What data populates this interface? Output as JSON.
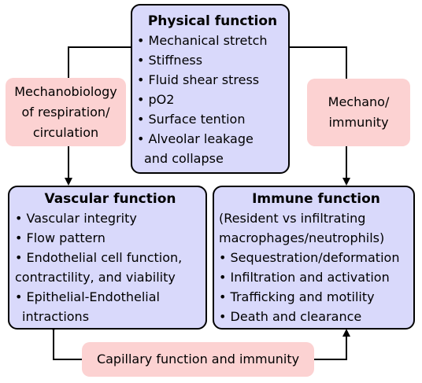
{
  "physical": {
    "title": "Physical function",
    "items": [
      "• Mechanical stretch",
      "• Stiffness",
      "• Fluid shear stress",
      "• pO2",
      "• Surface tention",
      "• Alveolar leakage",
      "  and collapse"
    ]
  },
  "vascular": {
    "title": "Vascular function",
    "items": [
      "• Vascular integrity",
      "• Flow pattern",
      "• Endothelial cell function,",
      "contractility, and viability",
      "• Epithelial-Endothelial",
      "  intractions"
    ]
  },
  "immune": {
    "title": "Immune function",
    "items": [
      "(Resident vs infiltrating",
      "macrophages/neutrophils)",
      "• Sequestration/deformation",
      "• Infiltration and activation",
      "• Trafficking and motility",
      "• Death and clearance"
    ]
  },
  "links": {
    "left_line1": "Mechanobiology",
    "left_line2": "of respiration/",
    "left_line3": "circulation",
    "right_line1": "Mechano/",
    "right_line2": "immunity",
    "bottom": "Capillary function and immunity"
  },
  "colors": {
    "box_fill": "#d9d9fb",
    "label_fill": "#fcd2d2",
    "stroke": "#000000"
  }
}
